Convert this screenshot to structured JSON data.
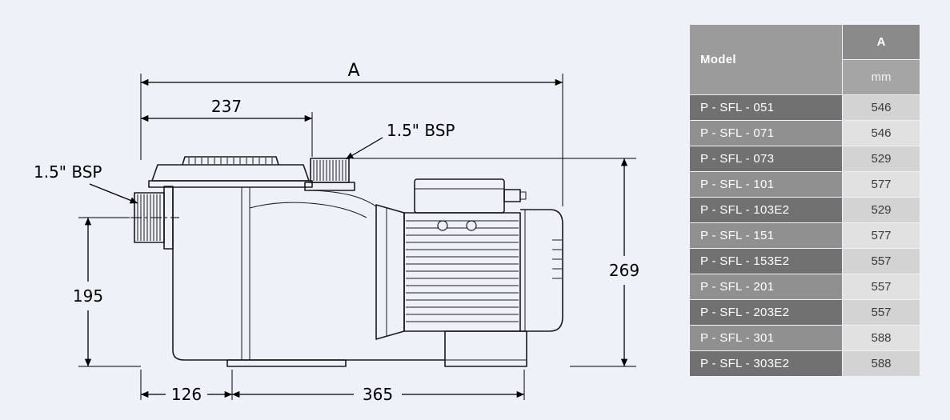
{
  "colors": {
    "bg": "#eef2f8",
    "line": "#1a1a1a",
    "hdr-model": "#9b9b9b",
    "hdr-a": "#8a8a8a",
    "hdr-mm": "#a5a5a5",
    "row-model-dark": "#717171",
    "row-model-light": "#909090",
    "row-val-dark": "#d3d3d3",
    "row-val-light": "#e1e1e1",
    "model-text": "#ffffff",
    "value-text": "#3b3b3b"
  },
  "diagram": {
    "labels": {
      "overall_width": "A",
      "lid_width": "237",
      "height_right": "269",
      "height_left": "195",
      "foot_offset": "126",
      "base_length": "365",
      "port_top": "1.5\" BSP",
      "port_left": "1.5\" BSP"
    }
  },
  "table": {
    "header": {
      "model": "Model",
      "a": "A",
      "unit": "mm"
    },
    "rows": [
      {
        "model": "P - SFL - 051",
        "a_mm": "546"
      },
      {
        "model": "P - SFL - 071",
        "a_mm": "546"
      },
      {
        "model": "P - SFL - 073",
        "a_mm": "529"
      },
      {
        "model": "P - SFL - 101",
        "a_mm": "577"
      },
      {
        "model": "P - SFL - 103E2",
        "a_mm": "529"
      },
      {
        "model": "P - SFL - 151",
        "a_mm": "577"
      },
      {
        "model": "P - SFL - 153E2",
        "a_mm": "557"
      },
      {
        "model": "P - SFL - 201",
        "a_mm": "557"
      },
      {
        "model": "P - SFL - 203E2",
        "a_mm": "557"
      },
      {
        "model": "P - SFL - 301",
        "a_mm": "588"
      },
      {
        "model": "P - SFL - 303E2",
        "a_mm": "588"
      }
    ]
  }
}
